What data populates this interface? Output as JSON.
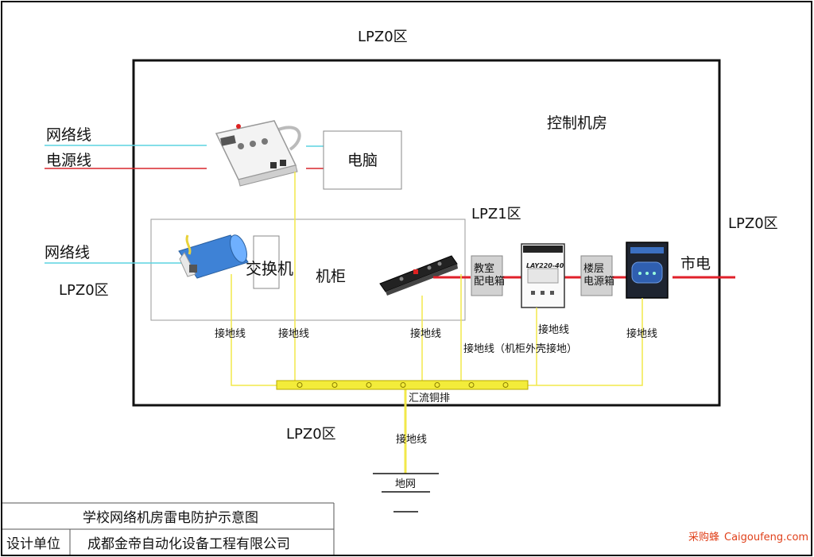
{
  "zones": {
    "top": "LPZ0区",
    "left": "LPZ0区",
    "right": "LPZ0区",
    "bottom": "LPZ0区",
    "lpz1": "LPZ1区"
  },
  "rooms": {
    "control_room": "控制机房",
    "cabinet": "机柜"
  },
  "devices": {
    "computer": "电脑",
    "switch": "交换机",
    "classroom_box_line1": "教室",
    "classroom_box_line2": "配电箱",
    "floor_box_line1": "楼层",
    "floor_box_line2": "电源箱",
    "mains": "市电",
    "arrester_model": "LAY220-40"
  },
  "lines": {
    "network_top": "网络线",
    "power_top": "电源线",
    "network_left": "网络线"
  },
  "grounding": {
    "ground_wire_1": "接地线",
    "ground_wire_2": "接地线",
    "ground_wire_3": "接地线",
    "ground_wire_4": "接地线",
    "ground_wire_5": "接地线",
    "ground_wire_down": "接地线",
    "chassis_ground": "接地线（机柜外壳接地）",
    "busbar": "汇流铜排",
    "earth": "地网"
  },
  "title_block": {
    "title": "学校网络机房雷电防护示意图",
    "designer_label": "设计单位",
    "designer_value": "成都金帝自动化设备工程有限公司"
  },
  "watermark": {
    "cn": "采购蜂",
    "en": "Caigoufeng.com"
  },
  "colors": {
    "network_line": "#5bd3e0",
    "power_line": "#d9262b",
    "ground_line": "#f2e84a",
    "busbar": "#f3ec3a",
    "mains_line": "#e0202a",
    "watermark": "#e0401a"
  }
}
